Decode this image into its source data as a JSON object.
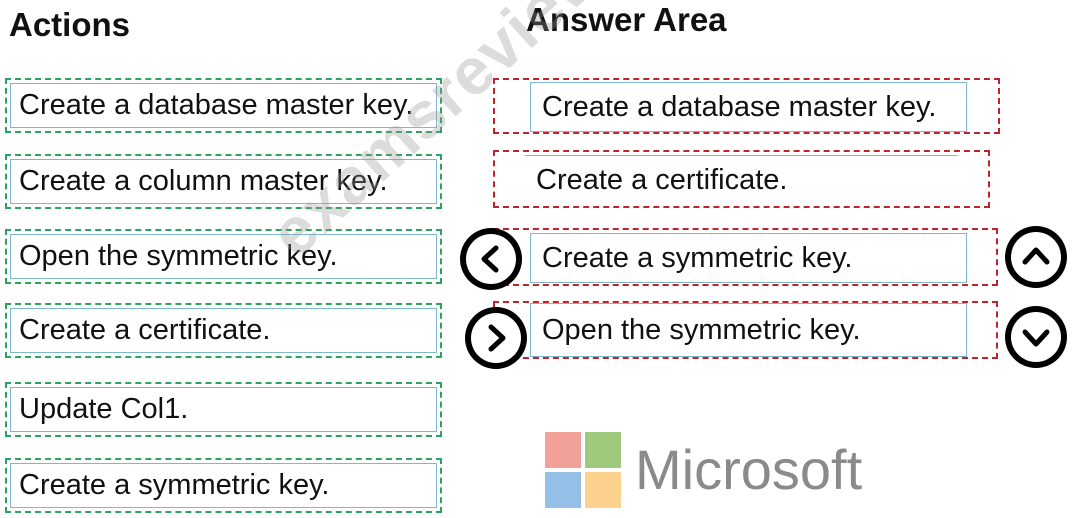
{
  "headings": {
    "actions": "Actions",
    "answer_area": "Answer Area"
  },
  "actions": [
    "Create a database master key.",
    "Create a column master key.",
    "Open the symmetric key.",
    "Create a certificate.",
    "Update Col1.",
    "Create a symmetric key."
  ],
  "answer_area": [
    "Create a database master key.",
    "Create a certificate.",
    "Create a symmetric key.",
    "Open the symmetric key."
  ],
  "controls": {
    "move_left_icon": "chevron-left-icon",
    "move_right_icon": "chevron-right-icon",
    "move_up_icon": "chevron-up-icon",
    "move_down_icon": "chevron-down-icon"
  },
  "watermark": "examsreviews.com",
  "logo": {
    "wordmark": "Microsoft",
    "colors": [
      "#f1a199",
      "#9fc97d",
      "#94bfe6",
      "#fcd08d"
    ]
  },
  "colors": {
    "action_border": "#2ca35e",
    "slot_border": "#c0232b",
    "item_border": "#7fb8c8"
  }
}
